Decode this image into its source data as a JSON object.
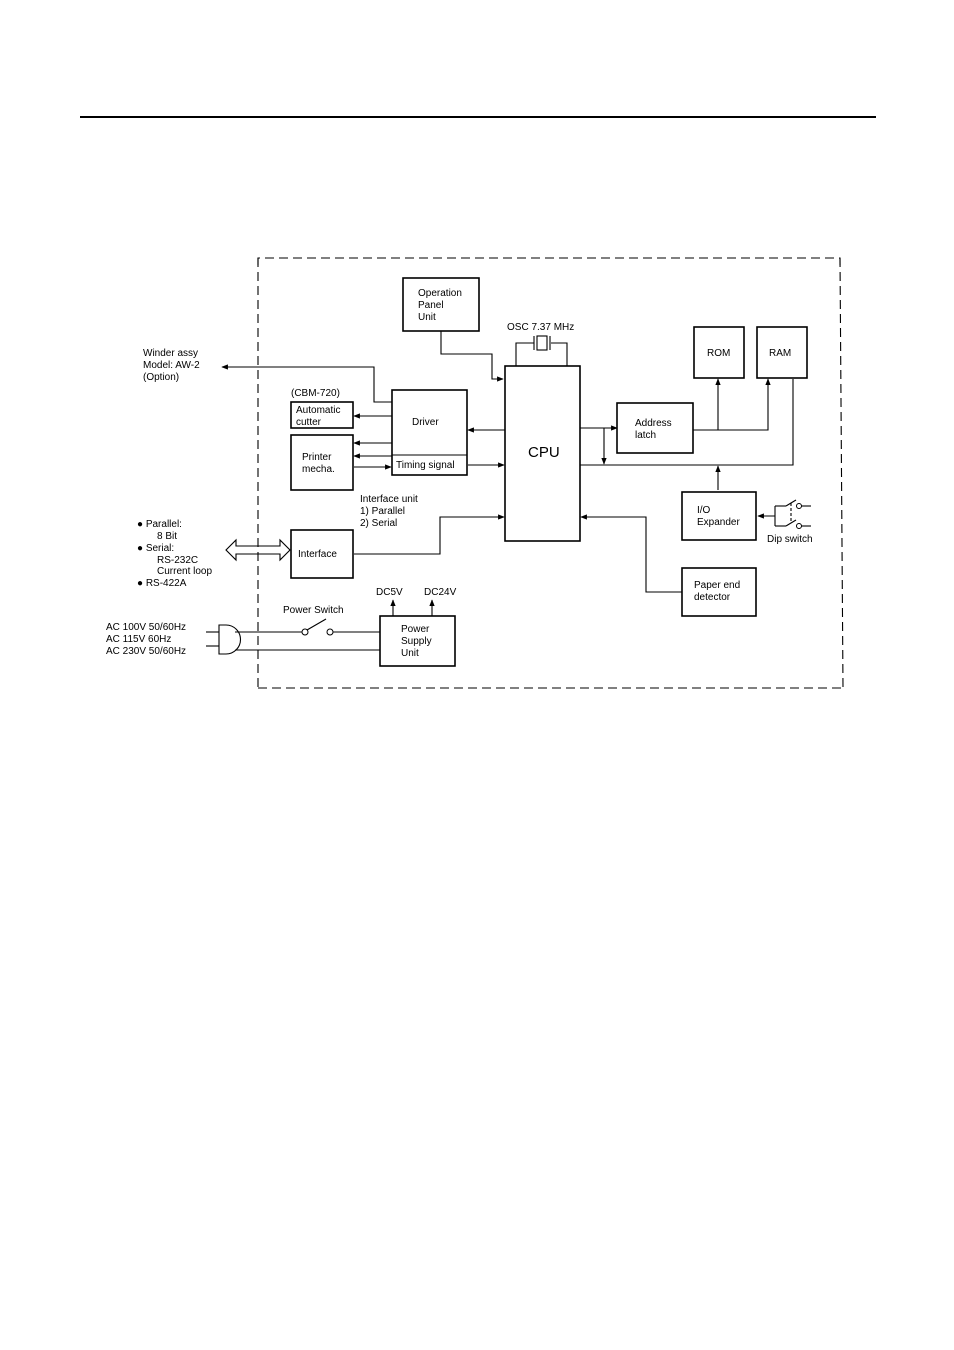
{
  "diagram": {
    "nodes": {
      "operation_panel": [
        "Operation",
        "Panel",
        "Unit"
      ],
      "osc": "OSC 7.37 MHz",
      "rom": "ROM",
      "ram": "RAM",
      "cbm": "(CBM-720)",
      "automatic_cutter": [
        "Automatic",
        "cutter"
      ],
      "driver": "Driver",
      "printer_mecha": [
        "Printer",
        "mecha."
      ],
      "timing_signal": "Timing signal",
      "cpu": "CPU",
      "address_latch": [
        "Address",
        "latch"
      ],
      "io_expander": [
        "I/O",
        "Expander"
      ],
      "dip_switch": "Dip switch",
      "interface_unit": [
        "Interface unit",
        "1)  Parallel",
        "2)  Serial"
      ],
      "interface": "Interface",
      "paper_end": [
        "Paper end",
        "detector"
      ],
      "dc5v": "DC5V",
      "dc24v": "DC24V",
      "power_switch": "Power Switch",
      "power_supply": [
        "Power",
        "Supply",
        "Unit"
      ]
    },
    "external": {
      "winder": [
        "Winder assy",
        "Model: AW-2",
        "(Option)"
      ],
      "interfaces": [
        "● Parallel:",
        "8 Bit",
        "● Serial:",
        "RS-232C",
        "Current loop",
        "● RS-422A"
      ],
      "ac_inputs": [
        "AC 100V 50/60Hz",
        "AC 115V 60Hz",
        "AC 230V 50/60Hz"
      ]
    }
  }
}
